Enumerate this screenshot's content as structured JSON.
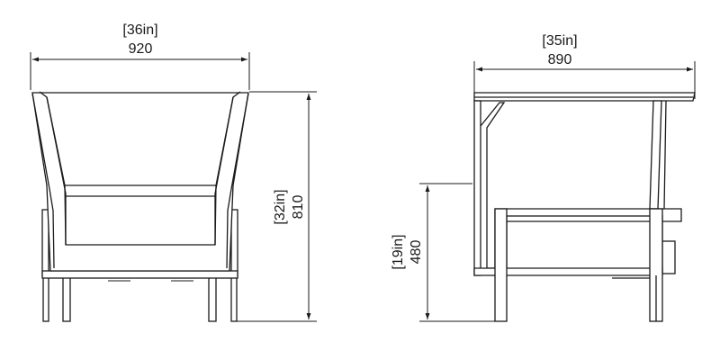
{
  "front_view": {
    "width_inches": "[36in]",
    "width_mm": "920",
    "height_inches": "[32in]",
    "height_mm": "810"
  },
  "side_view": {
    "depth_inches": "[35in]",
    "depth_mm": "890",
    "seat_height_inches": "[19in]",
    "seat_height_mm": "480"
  }
}
